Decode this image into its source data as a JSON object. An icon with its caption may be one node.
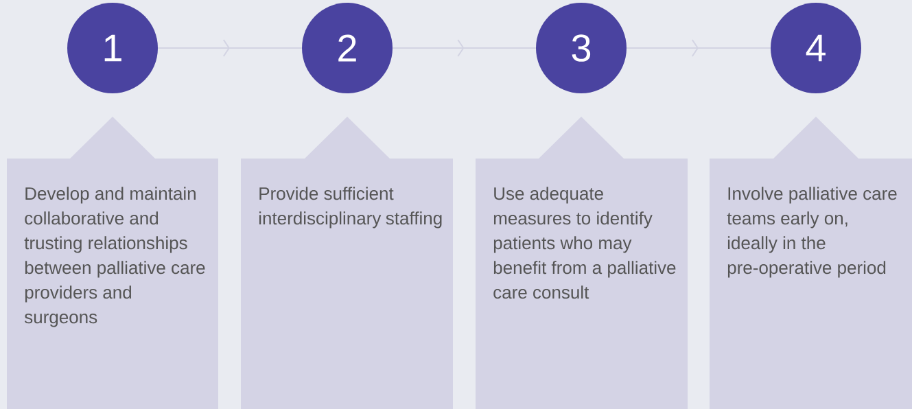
{
  "diagram": {
    "nodes": [
      {
        "text": [
          "1"
        ]
      },
      {
        "text": [
          "2"
        ]
      },
      {
        "text": [
          "3"
        ]
      },
      {
        "text": [
          "4"
        ]
      },
      {
        "text": [
          "Develop and maintain collaborative and trusting relationships between palliative care providers and surgeons"
        ]
      },
      {
        "text": [
          "Provide sufficient interdisciplinary staffing"
        ]
      },
      {
        "text": [
          "Use adequate measures to identify patients who may benefit from a palliative care consult"
        ]
      },
      {
        "text": [
          "Involve palliative care teams early on, ideally in the pre-operative period"
        ]
      }
    ],
    "edges": [
      {
        "from": 0,
        "to": 1,
        "arrow": "to"
      },
      {
        "from": 1,
        "to": 2,
        "arrow": "to"
      },
      {
        "from": 2,
        "to": 3,
        "arrow": "to"
      }
    ]
  }
}
